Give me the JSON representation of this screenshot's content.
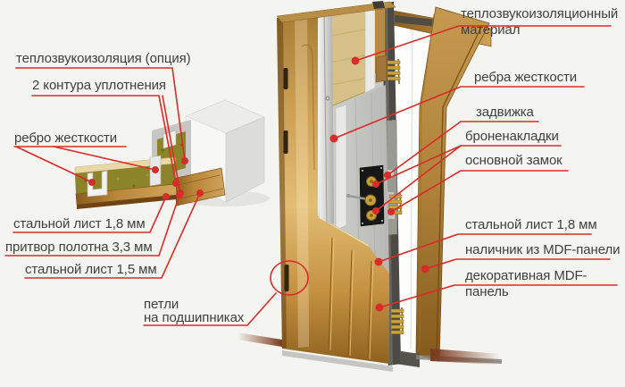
{
  "colors": {
    "background": "#f4f4f1",
    "leader_red": "#d92b28",
    "label_text": "#3f3f3f",
    "wood": "#c39548",
    "steel_gray": "#c8c8c5",
    "insulation_tan": "#d7c188",
    "insulation_olive": "#8b8428",
    "brass": "#c9a43d"
  },
  "labels": {
    "left": [
      {
        "id": "insulation-option",
        "text": "теплозвукоизоляция (опция)"
      },
      {
        "id": "seal-contours",
        "text": "2 контура уплотнения"
      },
      {
        "id": "stiffening-rib",
        "text": "ребро жесткости"
      },
      {
        "id": "steel-sheet-18",
        "text": "стальной лист 1,8 мм"
      },
      {
        "id": "leaf-rebate",
        "text": "притвор полотна 3,3 мм"
      },
      {
        "id": "steel-sheet-15",
        "text": "стальной лист 1,5 мм"
      },
      {
        "id": "bearing-hinges",
        "text": "петли\nна подшипниках"
      }
    ],
    "right": [
      {
        "id": "insulation-material",
        "text": "теплозвукоизоляционный\nматериал"
      },
      {
        "id": "stiffening-ribs",
        "text": "ребра жесткости"
      },
      {
        "id": "deadbolt",
        "text": "задвижка"
      },
      {
        "id": "armor-plates",
        "text": "броненакладки"
      },
      {
        "id": "main-lock",
        "text": "основной замок"
      },
      {
        "id": "steel-sheet-18-right",
        "text": "стальной лист 1,8 мм"
      },
      {
        "id": "mdf-casing",
        "text": "наличник из MDF-панели"
      },
      {
        "id": "decorative-mdf-panel",
        "text": "декоративная MDF-панель"
      }
    ]
  }
}
